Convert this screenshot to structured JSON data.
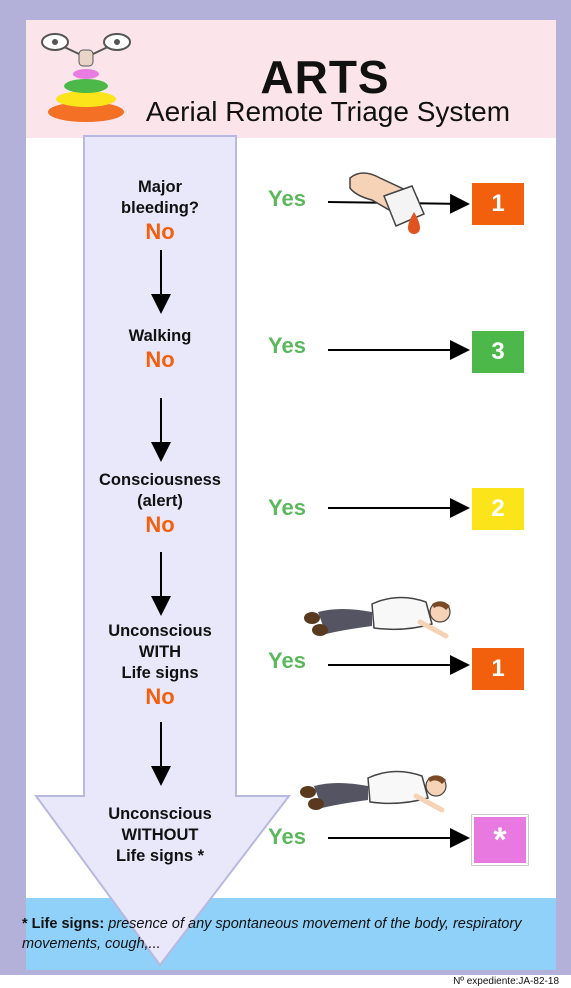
{
  "header": {
    "title": "ARTS",
    "subtitle": "Aerial Remote Triage System"
  },
  "steps": [
    {
      "question_line1": "Major",
      "question_line2": "bleeding?",
      "no": "No",
      "yes": "Yes",
      "category": "1",
      "color": "#f2600e"
    },
    {
      "question_line1": "Walking",
      "no": "No",
      "yes": "Yes",
      "category": "3",
      "color": "#4cb849"
    },
    {
      "question_line1": "Consciousness",
      "question_line2": "(alert)",
      "no": "No",
      "yes": "Yes",
      "category": "2",
      "color": "#fbe41a"
    },
    {
      "question_line1": "Unconscious",
      "question_line2": "WITH",
      "question_line3": "Life signs",
      "no": "No",
      "yes": "Yes",
      "category": "1",
      "color": "#f2600e"
    },
    {
      "question_line1": "Unconscious",
      "question_line2": "WITHOUT",
      "question_line3": "Life signs *",
      "yes": "Yes",
      "category": "*",
      "color": "#e879e0"
    }
  ],
  "footer": {
    "label": "* Life signs:",
    "text": " presence of any spontaneous movement of the body, respiratory movements, cough,...",
    "expediente": "Nº expediente:JA-82-18"
  },
  "icons": [
    "drone-icon",
    "hand-bandage-icon",
    "blood-drop-icon",
    "lying-person-icon"
  ]
}
